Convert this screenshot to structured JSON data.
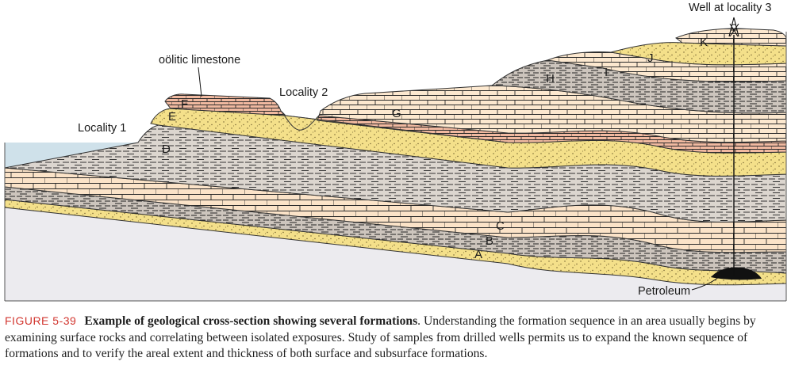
{
  "labels": {
    "oolitic": "oölitic limestone",
    "locality1": "Locality 1",
    "locality2": "Locality 2",
    "well": "Well at locality 3",
    "petroleum": "Petroleum"
  },
  "formations": [
    "A",
    "B",
    "C",
    "D",
    "E",
    "F",
    "G",
    "H",
    "I",
    "J",
    "K"
  ],
  "caption": {
    "number": "FIGURE 5-39",
    "title": "Example of geological cross-section showing several formations",
    "body": ". Understanding the formation sequence in an area usually begins by examining surface rocks and correlating between isolated exposures. Study of samples from drilled wells permits us to expand the known sequence of formations and to verify the areal extent and thickness of both surface and subsurface formations."
  },
  "colors": {
    "sandstone": "#f4e08a",
    "limestone": "#fce8cf",
    "red_limestone": "#f1b9a0",
    "shale": "#d9d3cc",
    "basement": "#ecebef",
    "sea": "#cfe1ea",
    "caption_number": "#d2362f"
  }
}
